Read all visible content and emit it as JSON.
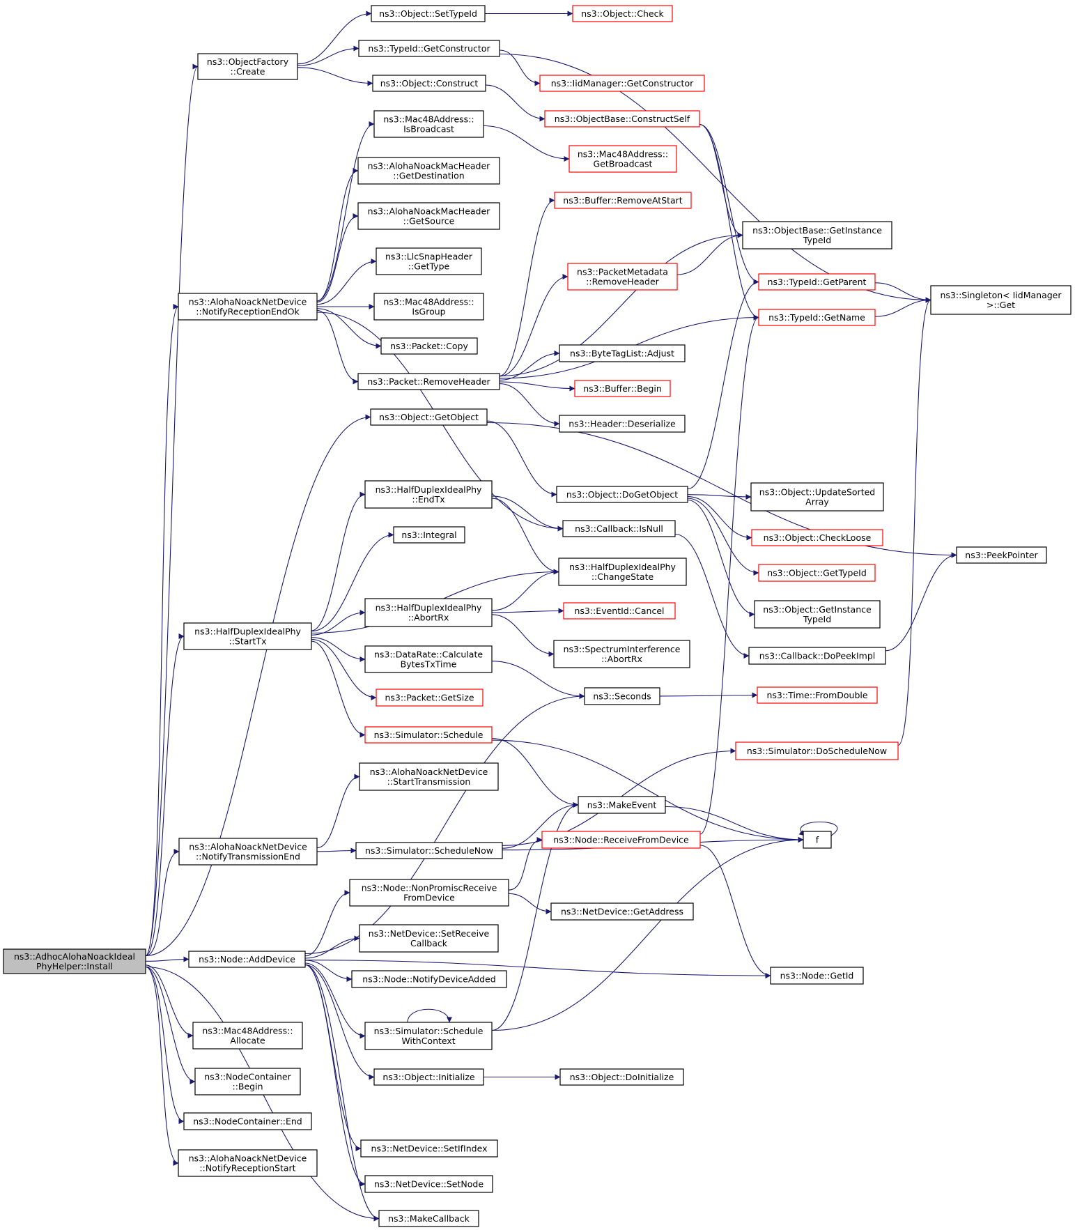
{
  "colors": {
    "edge": "#191970",
    "node_border": "#000000",
    "node_border_truncated": "#ff0000",
    "root_fill": "#bfbfbf",
    "node_fill": "#ffffff"
  },
  "nodes": [
    {
      "id": "root",
      "lines": [
        "ns3::AdhocAlohaNoackIdeal",
        "PhyHelper::Install"
      ],
      "type": "root"
    },
    {
      "id": "objfactory_create",
      "lines": [
        "ns3::ObjectFactory",
        "::Create"
      ],
      "type": "normal"
    },
    {
      "id": "object_settypeid",
      "lines": [
        "ns3::Object::SetTypeId"
      ],
      "type": "normal"
    },
    {
      "id": "object_check",
      "lines": [
        "ns3::Object::Check"
      ],
      "type": "truncated"
    },
    {
      "id": "typeid_getconstructor",
      "lines": [
        "ns3::TypeId::GetConstructor"
      ],
      "type": "normal"
    },
    {
      "id": "iidmanager_getconstructor",
      "lines": [
        "ns3::IidManager::GetConstructor"
      ],
      "type": "truncated"
    },
    {
      "id": "object_construct",
      "lines": [
        "ns3::Object::Construct"
      ],
      "type": "normal"
    },
    {
      "id": "objectbase_constructself",
      "lines": [
        "ns3::ObjectBase::ConstructSelf"
      ],
      "type": "truncated"
    },
    {
      "id": "mac48_isbroadcast",
      "lines": [
        "ns3::Mac48Address::",
        "IsBroadcast"
      ],
      "type": "normal"
    },
    {
      "id": "mac48_getbroadcast",
      "lines": [
        "ns3::Mac48Address::",
        "GetBroadcast"
      ],
      "type": "truncated"
    },
    {
      "id": "aloha_getdest",
      "lines": [
        "ns3::AlohaNoackMacHeader",
        "::GetDestination"
      ],
      "type": "normal"
    },
    {
      "id": "aloha_getsource",
      "lines": [
        "ns3::AlohaNoackMacHeader",
        "::GetSource"
      ],
      "type": "normal"
    },
    {
      "id": "buffer_removeatstart",
      "lines": [
        "ns3::Buffer::RemoveAtStart"
      ],
      "type": "truncated"
    },
    {
      "id": "objectbase_getinstancetypeid",
      "lines": [
        "ns3::ObjectBase::GetInstance",
        "TypeId"
      ],
      "type": "normal"
    },
    {
      "id": "llcsnap_gettype",
      "lines": [
        "ns3::LlcSnapHeader",
        "::GetType"
      ],
      "type": "normal"
    },
    {
      "id": "packetmetadata_removeheader",
      "lines": [
        "ns3::PacketMetadata",
        "::RemoveHeader"
      ],
      "type": "truncated"
    },
    {
      "id": "typeid_getparent",
      "lines": [
        "ns3::TypeId::GetParent"
      ],
      "type": "truncated"
    },
    {
      "id": "singleton_get",
      "lines": [
        "ns3::Singleton< IidManager",
        ">::Get"
      ],
      "type": "normal"
    },
    {
      "id": "aloha_notifyrxendok",
      "lines": [
        "ns3::AlohaNoackNetDevice",
        "::NotifyReceptionEndOk"
      ],
      "type": "normal"
    },
    {
      "id": "mac48_isgroup",
      "lines": [
        "ns3::Mac48Address::",
        "IsGroup"
      ],
      "type": "normal"
    },
    {
      "id": "typeid_getname",
      "lines": [
        "ns3::TypeId::GetName"
      ],
      "type": "truncated"
    },
    {
      "id": "packet_copy",
      "lines": [
        "ns3::Packet::Copy"
      ],
      "type": "normal"
    },
    {
      "id": "bytetaglist_adjust",
      "lines": [
        "ns3::ByteTagList::Adjust"
      ],
      "type": "normal"
    },
    {
      "id": "packet_removeheader",
      "lines": [
        "ns3::Packet::RemoveHeader"
      ],
      "type": "normal"
    },
    {
      "id": "buffer_begin",
      "lines": [
        "ns3::Buffer::Begin"
      ],
      "type": "truncated"
    },
    {
      "id": "header_deserialize",
      "lines": [
        "ns3::Header::Deserialize"
      ],
      "type": "normal"
    },
    {
      "id": "object_getobject",
      "lines": [
        "ns3::Object::GetObject"
      ],
      "type": "normal"
    },
    {
      "id": "halfduplex_endtx",
      "lines": [
        "ns3::HalfDuplexIdealPhy",
        "::EndTx"
      ],
      "type": "normal"
    },
    {
      "id": "object_dogetobject",
      "lines": [
        "ns3::Object::DoGetObject"
      ],
      "type": "normal"
    },
    {
      "id": "object_updatesortedarray",
      "lines": [
        "ns3::Object::UpdateSorted",
        "Array"
      ],
      "type": "normal"
    },
    {
      "id": "callback_isnull",
      "lines": [
        "ns3::Callback::IsNull"
      ],
      "type": "normal"
    },
    {
      "id": "integral",
      "lines": [
        "ns3::Integral"
      ],
      "type": "normal"
    },
    {
      "id": "object_checkloose",
      "lines": [
        "ns3::Object::CheckLoose"
      ],
      "type": "truncated"
    },
    {
      "id": "peekpointer",
      "lines": [
        "ns3::PeekPointer"
      ],
      "type": "normal"
    },
    {
      "id": "halfduplex_changestate",
      "lines": [
        "ns3::HalfDuplexIdealPhy",
        "::ChangeState"
      ],
      "type": "normal"
    },
    {
      "id": "object_gettypeid",
      "lines": [
        "ns3::Object::GetTypeId"
      ],
      "type": "truncated"
    },
    {
      "id": "halfduplex_abortrx",
      "lines": [
        "ns3::HalfDuplexIdealPhy",
        "::AbortRx"
      ],
      "type": "normal"
    },
    {
      "id": "eventid_cancel",
      "lines": [
        "ns3::EventId::Cancel"
      ],
      "type": "truncated"
    },
    {
      "id": "object_getinstancetypeid",
      "lines": [
        "ns3::Object::GetInstance",
        "TypeId"
      ],
      "type": "normal"
    },
    {
      "id": "halfduplex_starttx",
      "lines": [
        "ns3::HalfDuplexIdealPhy",
        "::StartTx"
      ],
      "type": "normal"
    },
    {
      "id": "spectrum_abortrx",
      "lines": [
        "ns3::SpectrumInterference",
        "::AbortRx"
      ],
      "type": "normal"
    },
    {
      "id": "datarate_calc",
      "lines": [
        "ns3::DataRate::Calculate",
        "BytesTxTime"
      ],
      "type": "normal"
    },
    {
      "id": "callback_dopeekimpl",
      "lines": [
        "ns3::Callback::DoPeekImpl"
      ],
      "type": "normal"
    },
    {
      "id": "packet_getsize",
      "lines": [
        "ns3::Packet::GetSize"
      ],
      "type": "truncated"
    },
    {
      "id": "seconds",
      "lines": [
        "ns3::Seconds"
      ],
      "type": "normal"
    },
    {
      "id": "time_fromdouble",
      "lines": [
        "ns3::Time::FromDouble"
      ],
      "type": "truncated"
    },
    {
      "id": "simulator_schedule",
      "lines": [
        "ns3::Simulator::Schedule"
      ],
      "type": "truncated"
    },
    {
      "id": "simulator_doschedulenow",
      "lines": [
        "ns3::Simulator::DoScheduleNow"
      ],
      "type": "truncated"
    },
    {
      "id": "aloha_starttransmission",
      "lines": [
        "ns3::AlohaNoackNetDevice",
        "::StartTransmission"
      ],
      "type": "normal"
    },
    {
      "id": "makeevent",
      "lines": [
        "ns3::MakeEvent"
      ],
      "type": "normal"
    },
    {
      "id": "node_receivefromdevice",
      "lines": [
        "ns3::Node::ReceiveFromDevice"
      ],
      "type": "truncated"
    },
    {
      "id": "f",
      "lines": [
        "f"
      ],
      "type": "normal"
    },
    {
      "id": "aloha_notifytxend",
      "lines": [
        "ns3::AlohaNoackNetDevice",
        "::NotifyTransmissionEnd"
      ],
      "type": "normal"
    },
    {
      "id": "simulator_schedulenow",
      "lines": [
        "ns3::Simulator::ScheduleNow"
      ],
      "type": "normal"
    },
    {
      "id": "node_nonpromisc",
      "lines": [
        "ns3::Node::NonPromiscReceive",
        "FromDevice"
      ],
      "type": "normal"
    },
    {
      "id": "netdevice_getaddress",
      "lines": [
        "ns3::NetDevice::GetAddress"
      ],
      "type": "normal"
    },
    {
      "id": "netdevice_setreceivecallback",
      "lines": [
        "ns3::NetDevice::SetReceive",
        "Callback"
      ],
      "type": "normal"
    },
    {
      "id": "node_adddevice",
      "lines": [
        "ns3::Node::AddDevice"
      ],
      "type": "normal"
    },
    {
      "id": "node_getid",
      "lines": [
        "ns3::Node::GetId"
      ],
      "type": "normal"
    },
    {
      "id": "node_notifydeviceadded",
      "lines": [
        "ns3::Node::NotifyDeviceAdded"
      ],
      "type": "normal"
    },
    {
      "id": "mac48_allocate",
      "lines": [
        "ns3::Mac48Address::",
        "Allocate"
      ],
      "type": "normal"
    },
    {
      "id": "simulator_schedulewithcontext",
      "lines": [
        "ns3::Simulator::Schedule",
        "WithContext"
      ],
      "type": "normal"
    },
    {
      "id": "nodecontainer_begin",
      "lines": [
        "ns3::NodeContainer",
        "::Begin"
      ],
      "type": "normal"
    },
    {
      "id": "object_initialize",
      "lines": [
        "ns3::Object::Initialize"
      ],
      "type": "normal"
    },
    {
      "id": "object_doinitialize",
      "lines": [
        "ns3::Object::DoInitialize"
      ],
      "type": "normal"
    },
    {
      "id": "nodecontainer_end",
      "lines": [
        "ns3::NodeContainer::End"
      ],
      "type": "normal"
    },
    {
      "id": "netdevice_setifindex",
      "lines": [
        "ns3::NetDevice::SetIfIndex"
      ],
      "type": "normal"
    },
    {
      "id": "aloha_notifyrxstart",
      "lines": [
        "ns3::AlohaNoackNetDevice",
        "::NotifyReceptionStart"
      ],
      "type": "normal"
    },
    {
      "id": "netdevice_setnode",
      "lines": [
        "ns3::NetDevice::SetNode"
      ],
      "type": "normal"
    },
    {
      "id": "makecallback",
      "lines": [
        "ns3::MakeCallback"
      ],
      "type": "normal"
    }
  ],
  "edges": [
    [
      "root",
      "objfactory_create"
    ],
    [
      "root",
      "aloha_notifyrxendok"
    ],
    [
      "root",
      "object_getobject"
    ],
    [
      "root",
      "halfduplex_starttx"
    ],
    [
      "root",
      "aloha_notifytxend"
    ],
    [
      "root",
      "node_adddevice"
    ],
    [
      "root",
      "mac48_allocate"
    ],
    [
      "root",
      "nodecontainer_begin"
    ],
    [
      "root",
      "nodecontainer_end"
    ],
    [
      "root",
      "aloha_notifyrxstart"
    ],
    [
      "root",
      "makecallback"
    ],
    [
      "objfactory_create",
      "object_settypeid"
    ],
    [
      "objfactory_create",
      "typeid_getconstructor"
    ],
    [
      "objfactory_create",
      "object_construct"
    ],
    [
      "object_settypeid",
      "object_check"
    ],
    [
      "typeid_getconstructor",
      "iidmanager_getconstructor"
    ],
    [
      "typeid_getconstructor",
      "singleton_get"
    ],
    [
      "object_construct",
      "objectbase_constructself"
    ],
    [
      "objectbase_constructself",
      "objectbase_getinstancetypeid"
    ],
    [
      "objectbase_constructself",
      "typeid_getparent"
    ],
    [
      "objectbase_constructself",
      "typeid_getname"
    ],
    [
      "typeid_getparent",
      "singleton_get"
    ],
    [
      "typeid_getname",
      "singleton_get"
    ],
    [
      "aloha_notifyrxendok",
      "mac48_isbroadcast"
    ],
    [
      "aloha_notifyrxendok",
      "aloha_getdest"
    ],
    [
      "aloha_notifyrxendok",
      "aloha_getsource"
    ],
    [
      "aloha_notifyrxendok",
      "llcsnap_gettype"
    ],
    [
      "aloha_notifyrxendok",
      "mac48_isgroup"
    ],
    [
      "aloha_notifyrxendok",
      "packet_copy"
    ],
    [
      "aloha_notifyrxendok",
      "packet_removeheader"
    ],
    [
      "aloha_notifyrxendok",
      "callback_isnull"
    ],
    [
      "mac48_isbroadcast",
      "mac48_getbroadcast"
    ],
    [
      "packet_removeheader",
      "buffer_removeatstart"
    ],
    [
      "packet_removeheader",
      "objectbase_getinstancetypeid"
    ],
    [
      "packet_removeheader",
      "packetmetadata_removeheader"
    ],
    [
      "packet_removeheader",
      "typeid_getname"
    ],
    [
      "packet_removeheader",
      "bytetaglist_adjust"
    ],
    [
      "packet_removeheader",
      "buffer_begin"
    ],
    [
      "packet_removeheader",
      "header_deserialize"
    ],
    [
      "packetmetadata_removeheader",
      "objectbase_getinstancetypeid"
    ],
    [
      "object_getobject",
      "object_dogetobject"
    ],
    [
      "object_getobject",
      "peekpointer"
    ],
    [
      "object_dogetobject",
      "typeid_getparent"
    ],
    [
      "object_dogetobject",
      "object_updatesortedarray"
    ],
    [
      "object_dogetobject",
      "object_checkloose"
    ],
    [
      "object_dogetobject",
      "object_gettypeid"
    ],
    [
      "object_dogetobject",
      "object_getinstancetypeid"
    ],
    [
      "callback_isnull",
      "callback_dopeekimpl"
    ],
    [
      "callback_dopeekimpl",
      "peekpointer"
    ],
    [
      "halfduplex_starttx",
      "halfduplex_endtx"
    ],
    [
      "halfduplex_starttx",
      "integral"
    ],
    [
      "halfduplex_starttx",
      "halfduplex_changestate"
    ],
    [
      "halfduplex_starttx",
      "halfduplex_abortrx"
    ],
    [
      "halfduplex_starttx",
      "datarate_calc"
    ],
    [
      "halfduplex_starttx",
      "packet_getsize"
    ],
    [
      "halfduplex_starttx",
      "simulator_schedule"
    ],
    [
      "halfduplex_endtx",
      "callback_isnull"
    ],
    [
      "halfduplex_endtx",
      "halfduplex_changestate"
    ],
    [
      "halfduplex_abortrx",
      "halfduplex_changestate"
    ],
    [
      "halfduplex_abortrx",
      "eventid_cancel"
    ],
    [
      "halfduplex_abortrx",
      "spectrum_abortrx"
    ],
    [
      "datarate_calc",
      "seconds"
    ],
    [
      "seconds",
      "time_fromdouble"
    ],
    [
      "simulator_schedule",
      "makeevent"
    ],
    [
      "simulator_schedule",
      "f"
    ],
    [
      "simulator_doschedulenow",
      "singleton_get"
    ],
    [
      "makeevent",
      "f"
    ],
    [
      "f",
      "f"
    ],
    [
      "node_receivefromdevice",
      "typeid_getname"
    ],
    [
      "node_receivefromdevice",
      "node_getid"
    ],
    [
      "aloha_notifytxend",
      "aloha_starttransmission"
    ],
    [
      "aloha_notifytxend",
      "simulator_schedulenow"
    ],
    [
      "simulator_schedulenow",
      "simulator_doschedulenow"
    ],
    [
      "simulator_schedulenow",
      "makeevent"
    ],
    [
      "simulator_schedulenow",
      "f"
    ],
    [
      "node_nonpromisc",
      "node_receivefromdevice"
    ],
    [
      "node_nonpromisc",
      "netdevice_getaddress"
    ],
    [
      "node_adddevice",
      "seconds"
    ],
    [
      "node_adddevice",
      "node_nonpromisc"
    ],
    [
      "node_adddevice",
      "netdevice_setreceivecallback"
    ],
    [
      "node_adddevice",
      "node_notifydeviceadded"
    ],
    [
      "node_adddevice",
      "simulator_schedulewithcontext"
    ],
    [
      "node_adddevice",
      "object_initialize"
    ],
    [
      "node_adddevice",
      "netdevice_setifindex"
    ],
    [
      "node_adddevice",
      "netdevice_setnode"
    ],
    [
      "node_adddevice",
      "makecallback"
    ],
    [
      "node_adddevice",
      "node_getid"
    ],
    [
      "simulator_schedulewithcontext",
      "simulator_schedulewithcontext"
    ],
    [
      "simulator_schedulewithcontext",
      "makeevent"
    ],
    [
      "simulator_schedulewithcontext",
      "f"
    ],
    [
      "object_initialize",
      "object_doinitialize"
    ]
  ]
}
